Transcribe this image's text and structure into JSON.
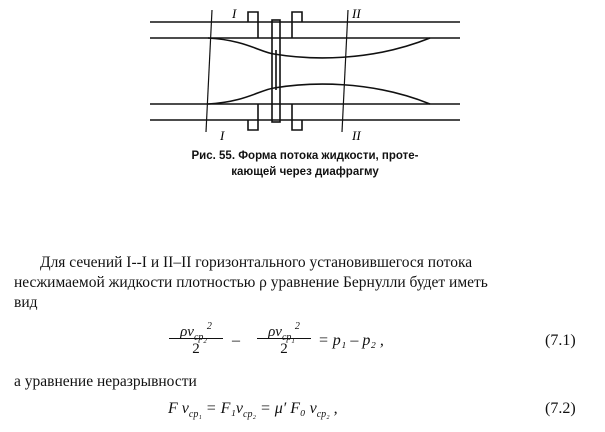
{
  "figure": {
    "label_top_left": "I",
    "label_top_right": "II",
    "label_bottom_left": "I",
    "label_bottom_right": "II"
  },
  "caption": {
    "line1": "Рис. 55. Форма потока жидкости, проте-",
    "line2": "кающей через диафрагму"
  },
  "paragraph": {
    "line1": "Для сечений I--I и II–II горизонтального установившегося потока",
    "line2": "несжимаемой жидкости плотностью ρ уравнение Бернулли будет иметь",
    "line3": "вид"
  },
  "equation1": {
    "frac1_num": "ρv",
    "frac1_sub": "cp",
    "frac1_subsub": "2",
    "frac1_sup": "2",
    "frac_den": "2",
    "minus": "–",
    "frac2_num": "ρv",
    "frac2_sub": "cp",
    "frac2_subsub": "1",
    "frac2_sup": "2",
    "rhs": "= p₁ – p₂ ,",
    "number": "(7.1)"
  },
  "text_continuity": "а уравнение неразрывности",
  "equation2": {
    "text": "F v",
    "sub1": "cp₁",
    "mid1": " = F₁v",
    "sub2": "cp₂",
    "mid2": " = μ′ F₀ v",
    "sub3": "cp₂",
    "end": " ,",
    "number": "(7.2)"
  }
}
